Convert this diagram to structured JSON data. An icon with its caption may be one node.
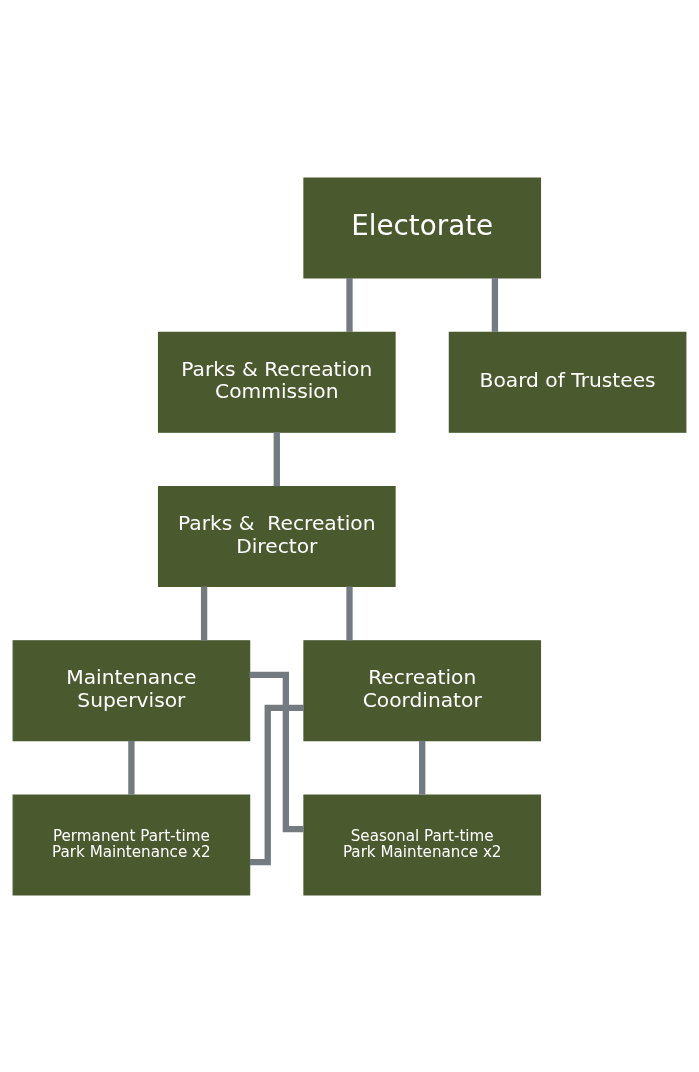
{
  "diagram": {
    "nodes": [
      {
        "text": [
          "Electorate"
        ]
      },
      {
        "text": [
          "Parks & Recreation Commission"
        ]
      },
      {
        "text": [
          "Board of Trustees"
        ]
      },
      {
        "text": [
          "Parks &  Recreation Director"
        ]
      },
      {
        "text": [
          "Maintenance Supervisor"
        ]
      },
      {
        "text": [
          "Recreation Coordinator"
        ]
      },
      {
        "text": [
          "Permanent Part-time Park Maintenance x2"
        ]
      },
      {
        "text": [
          "Seasonal Part-time Park Maintenance x2"
        ]
      }
    ],
    "edges": [
      {
        "from": 0,
        "to": 1,
        "arrow": "none"
      },
      {
        "from": 0,
        "to": 2,
        "arrow": "none"
      },
      {
        "from": 1,
        "to": 3,
        "arrow": "none"
      },
      {
        "from": 3,
        "to": 4,
        "arrow": "none"
      },
      {
        "from": 3,
        "to": 5,
        "arrow": "none"
      },
      {
        "from": 4,
        "to": 6,
        "arrow": "none"
      },
      {
        "from": 4,
        "to": 7,
        "arrow": "none"
      },
      {
        "from": 5,
        "to": 6,
        "arrow": "none"
      },
      {
        "from": 5,
        "to": 7,
        "arrow": "none"
      }
    ]
  }
}
